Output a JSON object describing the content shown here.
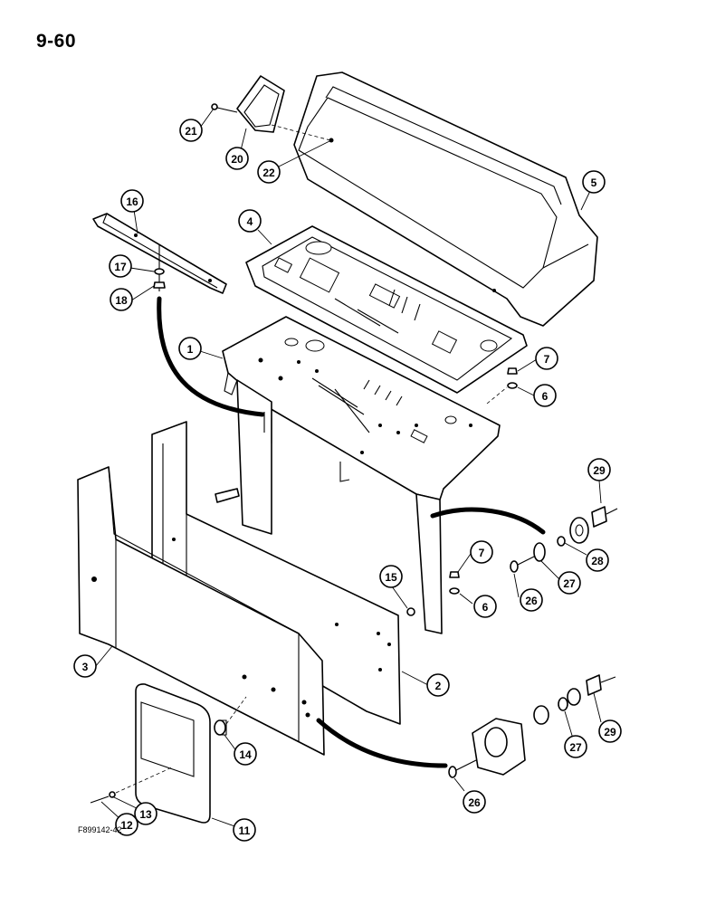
{
  "page": {
    "number": "9-60",
    "figure_code": "F899142-42"
  },
  "callouts": {
    "c1": "1",
    "c2": "2",
    "c3": "3",
    "c4": "4",
    "c5": "5",
    "c6a": "6",
    "c6b": "6",
    "c7a": "7",
    "c7b": "7",
    "c11": "11",
    "c12": "12",
    "c13": "13",
    "c14": "14",
    "c15": "15",
    "c16": "16",
    "c17": "17",
    "c18": "18",
    "c20": "20",
    "c21": "21",
    "c22": "22",
    "c26a": "26",
    "c26b": "26",
    "c27a": "27",
    "c27b": "27",
    "c28": "28",
    "c29a": "29",
    "c29b": "29"
  }
}
